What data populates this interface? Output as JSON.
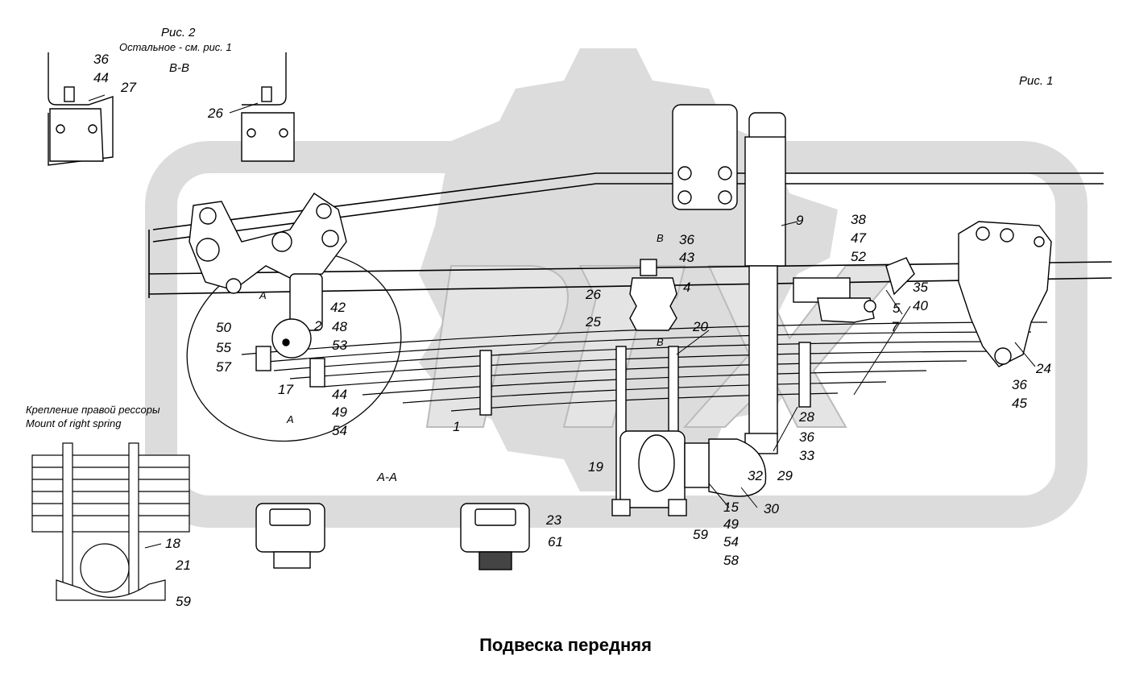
{
  "title": "Подвеска передняя",
  "captions": {
    "fig2": "Рис. 2",
    "fig2_note": "Остальное - см. рис. 1",
    "section_bb": "В-В",
    "fig1": "Рис. 1",
    "section_aa": "А-А",
    "mount_ru": "Крепление правой рессоры",
    "mount_en": "Mount of right spring",
    "mark_b_top": "В",
    "mark_b_bottom": "В",
    "mark_a_top": "А",
    "mark_a_bottom": "А"
  },
  "part_numbers": {
    "n36a": "36",
    "n44a": "44",
    "n27": "27",
    "n26a": "26",
    "n9": "9",
    "n38": "38",
    "n47": "47",
    "n52": "52",
    "n36b": "36",
    "n43": "43",
    "n4": "4",
    "n26b": "26",
    "n25": "25",
    "n5": "5",
    "n35": "35",
    "n40": "40",
    "n7": "7",
    "n42": "42",
    "n2": "2",
    "n48": "48",
    "n53": "53",
    "n50": "50",
    "n55": "55",
    "n57": "57",
    "n17": "17",
    "n44b": "44",
    "n49a": "49",
    "n54a": "54",
    "n20": "20",
    "n1": "1",
    "n24": "24",
    "n36c": "36",
    "n45": "45",
    "n28": "28",
    "n36d": "36",
    "n33": "33",
    "n32": "32",
    "n29": "29",
    "n19": "19",
    "n15": "15",
    "n30": "30",
    "n49b": "49",
    "n54b": "54",
    "n58": "58",
    "n59a": "59",
    "n23": "23",
    "n61": "61",
    "n18": "18",
    "n21": "21",
    "n59b": "59"
  },
  "colors": {
    "line": "#000000",
    "watermark": "#d9d9d9",
    "background": "#ffffff"
  }
}
